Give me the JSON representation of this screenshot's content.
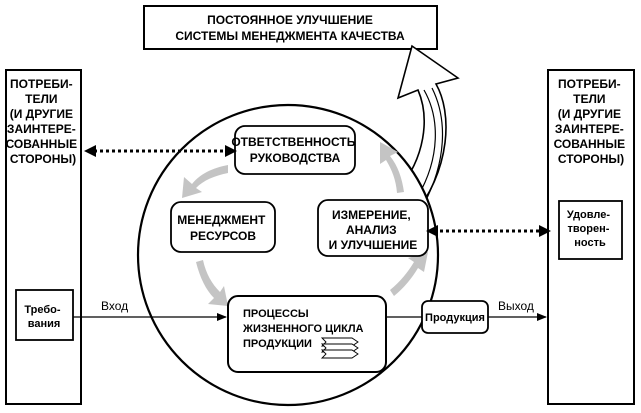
{
  "top_banner": {
    "line1": "ПОСТОЯННОЕ УЛУЧШЕНИЕ",
    "line2": "СИСТЕМЫ МЕНЕДЖМЕНТА КАЧЕСТВА"
  },
  "left_column": {
    "title_lines": [
      "ПОТРЕБИ-",
      "ТЕЛИ",
      "(И ДРУГИЕ",
      "ЗАИНТЕРЕ-",
      "СОВАННЫЕ",
      "СТОРОНЫ)"
    ],
    "box_lines": [
      "Требо-",
      "вания"
    ]
  },
  "right_column": {
    "title_lines": [
      "ПОТРЕБИ-",
      "ТЕЛИ",
      "(И ДРУГИЕ",
      "ЗАИНТЕРЕ-",
      "СОВАННЫЕ",
      "СТОРОНЫ)"
    ],
    "box_lines": [
      "Удовле-",
      "творен-",
      "ность"
    ]
  },
  "circle": {
    "management": [
      "ОТВЕТСТВЕННОСТЬ",
      "РУКОВОДСТВА"
    ],
    "resources": [
      "МЕНЕДЖМЕНТ",
      "РЕСУРСОВ"
    ],
    "measurement": [
      "ИЗМЕРЕНИЕ,",
      "АНАЛИЗ",
      "И УЛУЧШЕНИЕ"
    ],
    "processes": [
      "ПРОЦЕССЫ",
      "ЖИЗНЕННОГО ЦИКЛА",
      "ПРОДУКЦИИ"
    ]
  },
  "flow": {
    "input": "Вход",
    "output": "Выход",
    "product": "Продукция"
  },
  "colors": {
    "stroke": "#000000",
    "cycle_arrow": "#c4c4c4",
    "background": "#ffffff"
  }
}
